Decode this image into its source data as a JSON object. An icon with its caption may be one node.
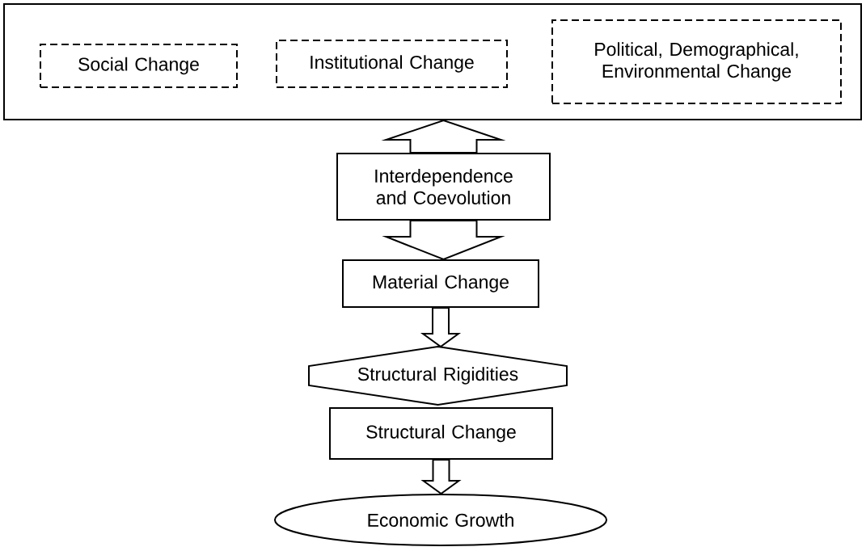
{
  "diagram": {
    "nodes": [
      {
        "text": [],
        "shape": "box"
      },
      {
        "text": [
          "Social Change"
        ],
        "in": 0
      },
      {
        "text": [
          "Institutional Change"
        ],
        "in": 0
      },
      {
        "text": [
          "Political, Demographical, Environmental Change"
        ],
        "in": 0
      },
      {
        "text": [
          "Interdependence and Coevolution"
        ]
      },
      {
        "text": [
          "Material Change"
        ]
      },
      {
        "text": [
          "Structural Rigidities"
        ]
      },
      {
        "text": [
          "Structural Change"
        ]
      },
      {
        "text": [
          "Economic Growth"
        ]
      }
    ],
    "edges": [
      {
        "from": 4,
        "to": 0,
        "arrow": "to"
      },
      {
        "from": 4,
        "to": 5,
        "arrow": "to"
      },
      {
        "from": 5,
        "to": 6,
        "arrow": "to"
      },
      {
        "from": 7,
        "to": 8,
        "arrow": "to"
      }
    ]
  }
}
